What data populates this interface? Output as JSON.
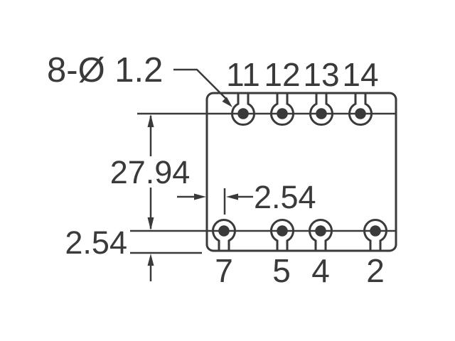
{
  "drawing": {
    "type": "component-footprint-dimension-drawing",
    "hole_callout": "8-Ø 1.2",
    "dims": {
      "row_spacing": "27.94",
      "edge_offset": "2.54",
      "pitch": "2.54"
    },
    "pins_top": [
      "11",
      "12",
      "13",
      "14"
    ],
    "pins_bottom": [
      "7",
      "5",
      "4",
      "2"
    ],
    "colors": {
      "line": "#3a3a3a",
      "background": "#ffffff"
    }
  }
}
